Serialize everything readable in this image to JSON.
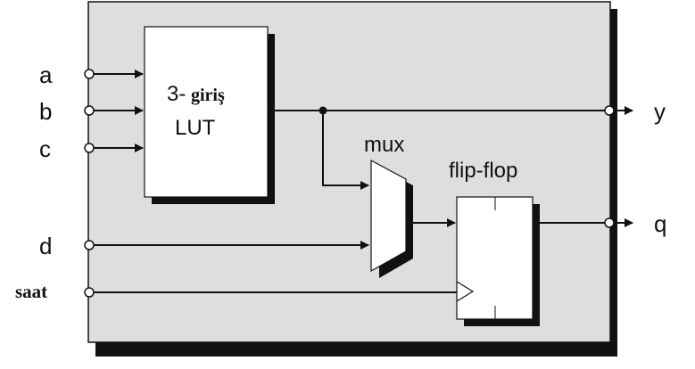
{
  "inputs": {
    "a": "a",
    "b": "b",
    "c": "c",
    "d": "d",
    "clock": "saat"
  },
  "outputs": {
    "y": "y",
    "q": "q"
  },
  "lut": {
    "prefix": "3-",
    "word": "giriş",
    "name": "LUT"
  },
  "mux": {
    "label": "mux"
  },
  "flipflop": {
    "label": "flip-flop"
  },
  "colors": {
    "panel_fill": "#dedede",
    "block_fill": "#ffffff",
    "shadow": "#111111",
    "line": "#111111"
  }
}
